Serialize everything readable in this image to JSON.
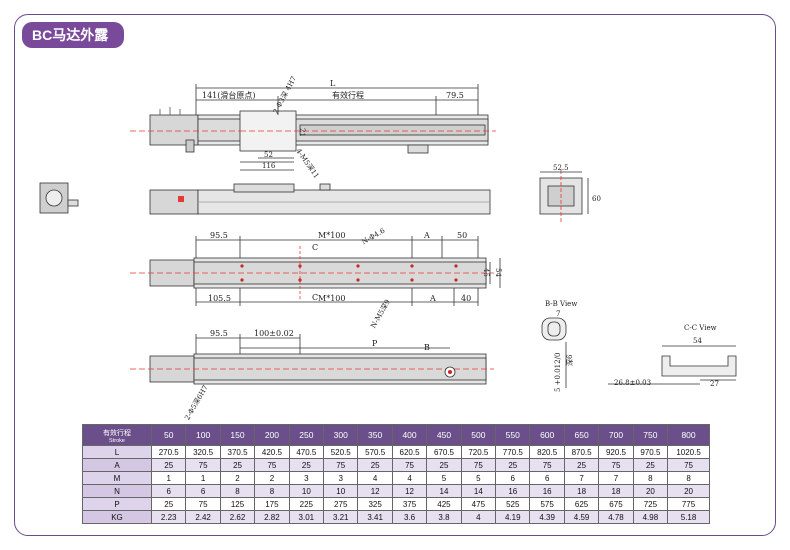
{
  "title": "BC马达外露",
  "dimensions": {
    "top_view": {
      "L": "L",
      "home_offset": "141(滑台原点)",
      "effective_stroke": "有效行程",
      "end_79_5": "79.5",
      "holes_2": "2-Φ3深 4H7",
      "dim_52": "52",
      "dim_116": "116",
      "dim_21": "21",
      "m5": "4-M5深11"
    },
    "end_view_right": {
      "w": "52.5",
      "h": "60"
    },
    "bottom_view": {
      "left_95_5": "95.5",
      "pitch_top": "M*100",
      "A_top": "A",
      "right_50": "50",
      "left_105_5": "105.5",
      "pitch_bottom": "M*100",
      "A_bottom": "A",
      "right_40": "40",
      "holes_n46": "N-Φ4.6",
      "holes_nm5": "N-M5深9",
      "h45": "45",
      "h54": "54",
      "section_c": "C"
    },
    "third_view": {
      "left_95_5": "95.5",
      "pitch": "100±0.02",
      "P": "P",
      "B": "B",
      "holes": "2-Φ5深6H7"
    },
    "section_bb": {
      "label": "B-B View",
      "w": "7",
      "tol": "5 +0.012/0",
      "depth": "深6"
    },
    "section_cc": {
      "label": "C-C View",
      "w": "54",
      "base": "26.8±0.03",
      "r": "27"
    }
  },
  "table": {
    "header_label": "有效行程",
    "header_sub": "Stroke",
    "strokes": [
      "50",
      "100",
      "150",
      "200",
      "250",
      "300",
      "350",
      "400",
      "450",
      "500",
      "550",
      "600",
      "650",
      "700",
      "750",
      "800"
    ],
    "rows": [
      {
        "label": "L",
        "values": [
          "270.5",
          "320.5",
          "370.5",
          "420.5",
          "470.5",
          "520.5",
          "570.5",
          "620.5",
          "670.5",
          "720.5",
          "770.5",
          "820.5",
          "870.5",
          "920.5",
          "970.5",
          "1020.5"
        ]
      },
      {
        "label": "A",
        "values": [
          "25",
          "75",
          "25",
          "75",
          "25",
          "75",
          "25",
          "75",
          "25",
          "75",
          "25",
          "75",
          "25",
          "75",
          "25",
          "75"
        ]
      },
      {
        "label": "M",
        "values": [
          "1",
          "1",
          "2",
          "2",
          "3",
          "3",
          "4",
          "4",
          "5",
          "5",
          "6",
          "6",
          "7",
          "7",
          "8",
          "8"
        ]
      },
      {
        "label": "N",
        "values": [
          "6",
          "6",
          "8",
          "8",
          "10",
          "10",
          "12",
          "12",
          "14",
          "14",
          "16",
          "16",
          "18",
          "18",
          "20",
          "20"
        ]
      },
      {
        "label": "P",
        "values": [
          "25",
          "75",
          "125",
          "175",
          "225",
          "275",
          "325",
          "375",
          "425",
          "475",
          "525",
          "575",
          "625",
          "675",
          "725",
          "775"
        ]
      },
      {
        "label": "KG",
        "values": [
          "2.23",
          "2.42",
          "2.62",
          "2.82",
          "3.01",
          "3.21",
          "3.41",
          "3.6",
          "3.8",
          "4",
          "4.19",
          "4.39",
          "4.59",
          "4.78",
          "4.98",
          "5.18"
        ]
      }
    ]
  }
}
